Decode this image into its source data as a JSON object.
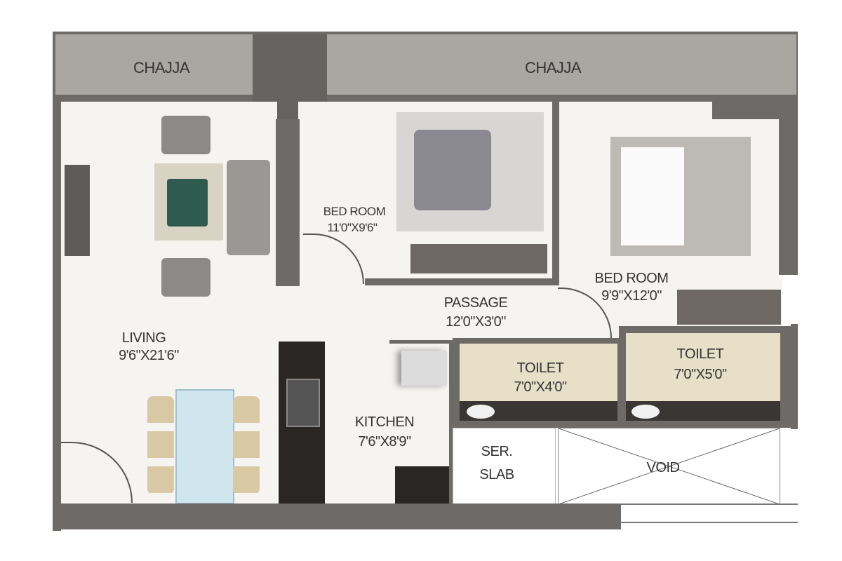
{
  "plan": {
    "chajja_left": "CHAJJA",
    "chajja_right": "CHAJJA",
    "living": {
      "name": "LIVING",
      "size": "9'6\"X21'6\""
    },
    "bedroom1": {
      "name": "BED ROOM",
      "size": "11'0\"X9'6\""
    },
    "bedroom2": {
      "name": "BED ROOM",
      "size": "9'9\"X12'0\""
    },
    "passage": {
      "name": "PASSAGE",
      "size": "12'0\"X3'0\""
    },
    "kitchen": {
      "name": "KITCHEN",
      "size": "7'6\"X8'9\""
    },
    "toilet1": {
      "name": "TOILET",
      "size": "7'0\"X4'0\""
    },
    "toilet2": {
      "name": "TOILET",
      "size": "7'0\"X5'0\""
    },
    "ser_slab": {
      "name": "SER.",
      "name2": "SLAB"
    },
    "void": "VOID"
  },
  "colors": {
    "wall": "#6e6a67",
    "chajja": "#aaa6a2",
    "floor": "#f5f4f0",
    "toilet_tile": "#e7dfc8",
    "dining": "#cfe6ee"
  }
}
